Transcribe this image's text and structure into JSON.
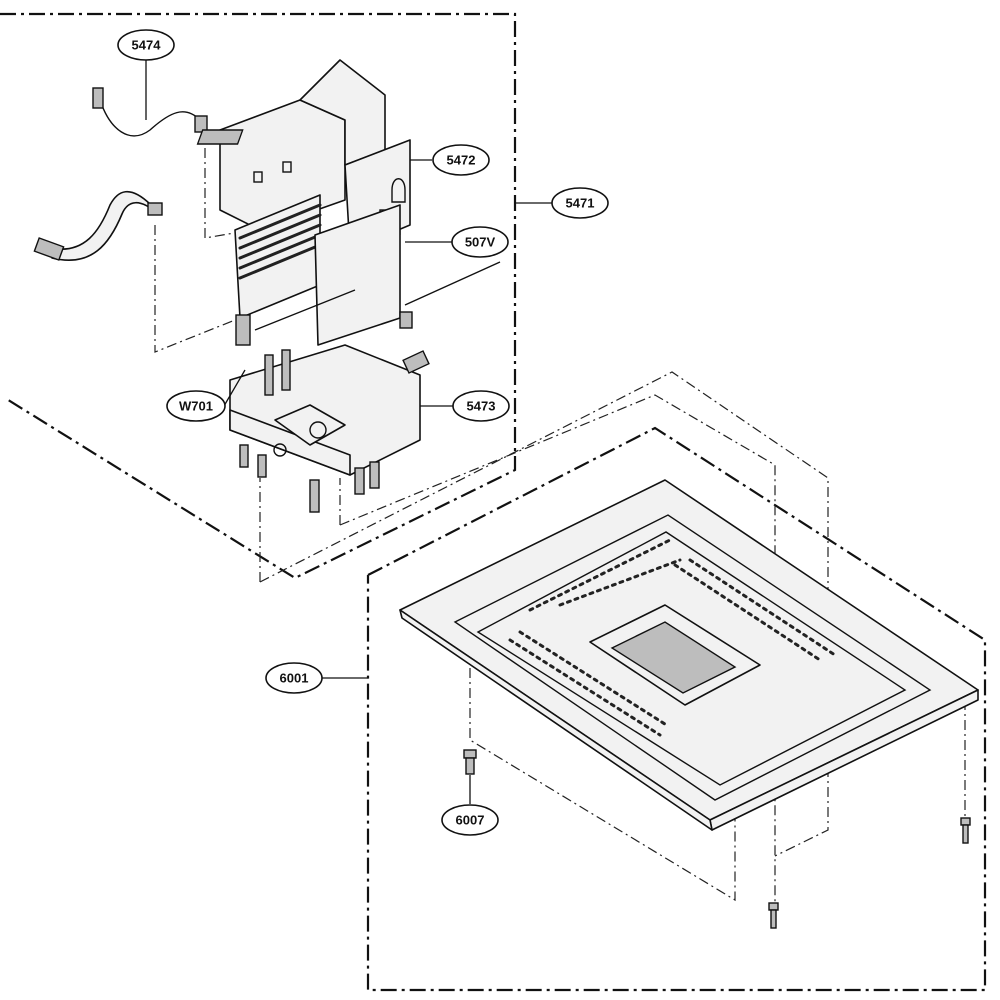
{
  "callouts": {
    "c5474": "5474",
    "c5472": "5472",
    "c5471": "5471",
    "c507v": "507V",
    "cw701": "W701",
    "c5473": "5473",
    "c6001": "6001",
    "c6007": "6007"
  }
}
